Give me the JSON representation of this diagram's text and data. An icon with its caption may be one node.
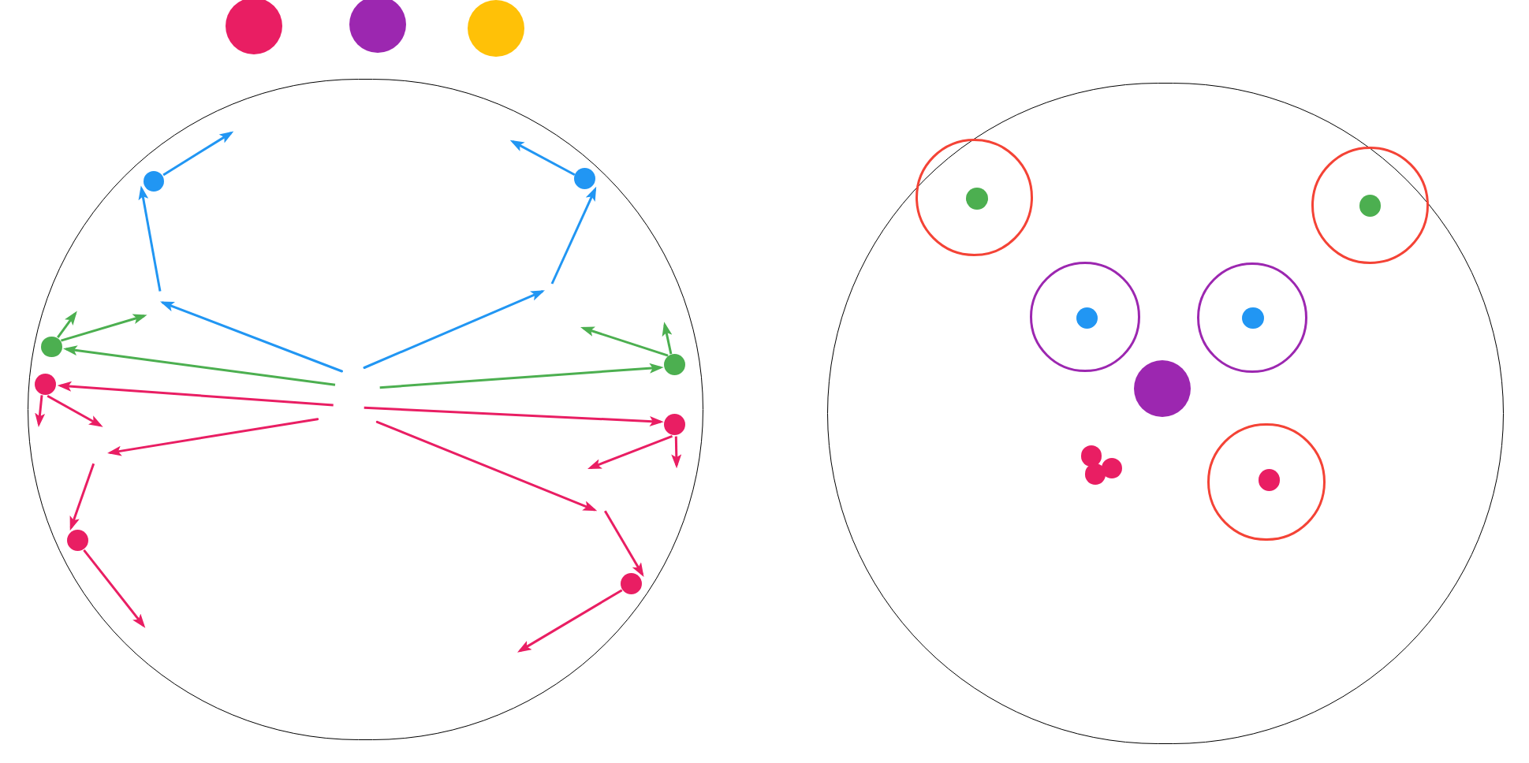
{
  "diagram": {
    "nodes": [
      {
        "text": [],
        "shape": "circle"
      },
      {
        "text": [],
        "shape": "circle"
      },
      {
        "text": [],
        "shape": "circle"
      },
      {
        "text": [],
        "shape": "circle"
      },
      {
        "text": [],
        "shape": "circle",
        "in": 3
      },
      {
        "text": [],
        "shape": "circle",
        "in": 3
      },
      {
        "text": [],
        "shape": "circle",
        "in": 3
      },
      {
        "text": [],
        "shape": "circle",
        "in": 3
      },
      {
        "text": [],
        "shape": "circle",
        "in": 3
      },
      {
        "text": [],
        "shape": "circle",
        "in": 3
      },
      {
        "text": [],
        "shape": "circle",
        "in": 3
      },
      {
        "text": [],
        "shape": "circle",
        "in": 3
      },
      {
        "text": [],
        "shape": "circle"
      },
      {
        "text": [],
        "shape": "circle",
        "in": 12
      },
      {
        "text": [],
        "shape": "circle",
        "in": 13
      },
      {
        "text": [],
        "shape": "circle",
        "in": 12
      },
      {
        "text": [],
        "shape": "circle",
        "in": 15
      },
      {
        "text": [],
        "shape": "circle",
        "in": 12
      },
      {
        "text": [],
        "shape": "circle",
        "in": 17
      },
      {
        "text": [],
        "shape": "circle",
        "in": 12
      },
      {
        "text": [],
        "shape": "circle",
        "in": 19
      },
      {
        "text": [],
        "shape": "circle",
        "in": 12
      },
      {
        "text": [],
        "shape": "circle",
        "in": 12
      },
      {
        "text": [],
        "shape": "circle",
        "in": 12
      },
      {
        "text": [],
        "shape": "circle",
        "in": 12
      },
      {
        "text": [],
        "shape": "circle",
        "in": 12
      },
      {
        "text": [],
        "shape": "circle",
        "in": 25
      }
    ],
    "edges": [
      {
        "from": null,
        "to": 4,
        "arrow": "to",
        "color": "#2196f3"
      },
      {
        "from": 4,
        "to": null,
        "arrow": "to",
        "color": "#2196f3"
      },
      {
        "from": null,
        "to": 5,
        "arrow": "to",
        "color": "#2196f3"
      },
      {
        "from": 5,
        "to": null,
        "arrow": "to",
        "color": "#2196f3"
      },
      {
        "from": null,
        "to": 6,
        "arrow": "to",
        "color": "#4caf50"
      },
      {
        "from": 6,
        "to": null,
        "arrow": "to",
        "color": "#4caf50"
      },
      {
        "from": 6,
        "to": null,
        "arrow": "to",
        "color": "#4caf50"
      },
      {
        "from": null,
        "to": 7,
        "arrow": "to",
        "color": "#4caf50"
      },
      {
        "from": 7,
        "to": null,
        "arrow": "to",
        "color": "#4caf50"
      },
      {
        "from": 7,
        "to": null,
        "arrow": "to",
        "color": "#4caf50"
      },
      {
        "from": null,
        "to": 8,
        "arrow": "to"
      },
      {
        "from": 8,
        "to": null,
        "arrow": "to"
      },
      {
        "from": 8,
        "to": null,
        "arrow": "to"
      },
      {
        "from": null,
        "to": 10,
        "arrow": "to"
      },
      {
        "from": 10,
        "to": null,
        "arrow": "to"
      },
      {
        "from": null,
        "to": 9,
        "arrow": "to"
      },
      {
        "from": 9,
        "to": null,
        "arrow": "to"
      },
      {
        "from": 9,
        "to": null,
        "arrow": "to"
      },
      {
        "from": null,
        "to": 11,
        "arrow": "to"
      },
      {
        "from": 11,
        "to": null,
        "arrow": "to"
      }
    ]
  }
}
